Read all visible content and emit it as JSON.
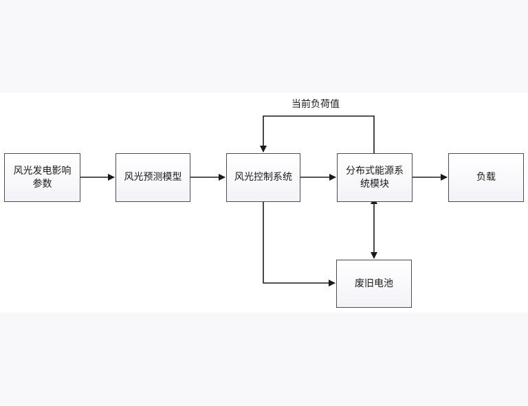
{
  "diagram": {
    "nodes": {
      "params": "风光发电影响参数",
      "model": "风光预测模型",
      "control": "风光控制系统",
      "distributed": "分布式能源系统模块",
      "load": "负载",
      "battery": "废旧电池"
    },
    "edge_labels": {
      "feedback": "当前负荷值"
    },
    "colors": {
      "line": "#1a1a1a",
      "border": "#4a4a4a",
      "band": "#ffffff",
      "page": "#f8f8fb"
    }
  }
}
